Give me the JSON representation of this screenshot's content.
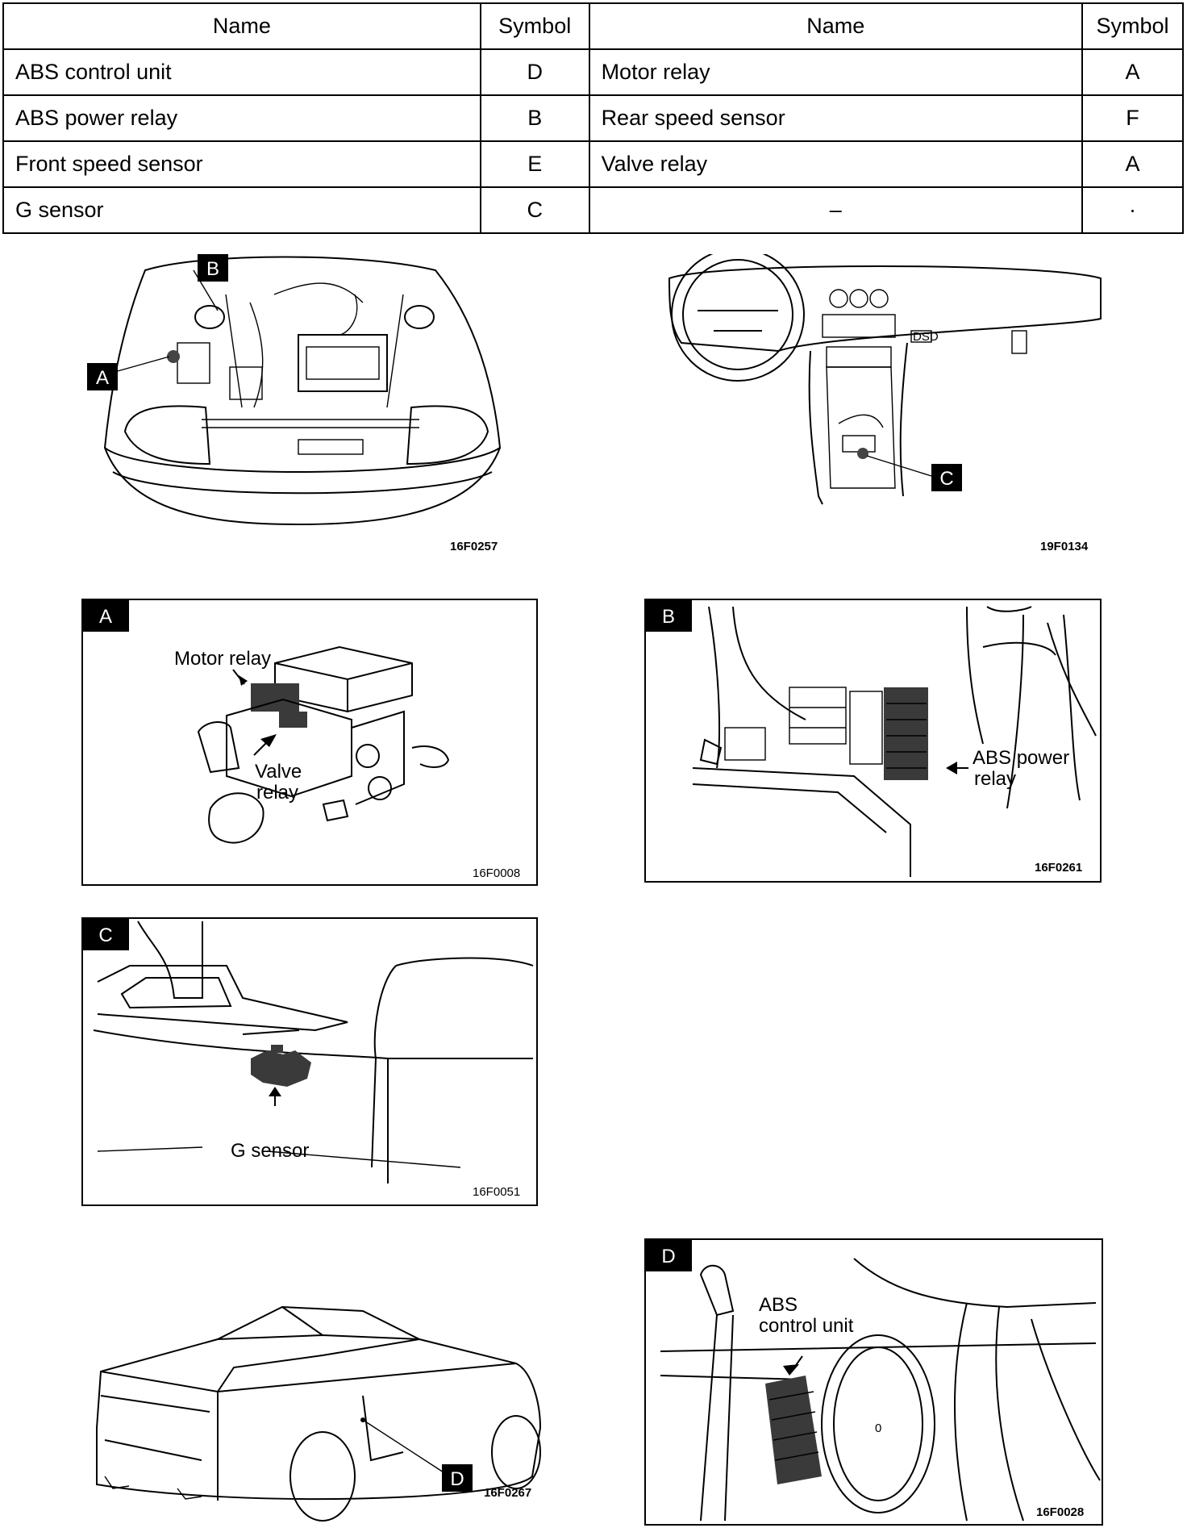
{
  "table": {
    "headers": [
      "Name",
      "Symbol",
      "Name",
      "Symbol"
    ],
    "rows": [
      [
        "ABS control unit",
        "D",
        "Motor relay",
        "A"
      ],
      [
        "ABS power relay",
        "B",
        "Rear speed sensor",
        "F"
      ],
      [
        "Front speed sensor",
        "E",
        "Valve relay",
        "A"
      ],
      [
        "G sensor",
        "C",
        "–",
        "·"
      ]
    ]
  },
  "figures": {
    "engine_bay": {
      "code": "16F0257",
      "markers": [
        "A",
        "B"
      ]
    },
    "dashboard": {
      "code": "19F0134",
      "marker": "C",
      "badge": "DSD"
    },
    "detail_a": {
      "tag": "A",
      "code": "16F0008",
      "label_motor": "Motor relay",
      "label_valve_1": "Valve",
      "label_valve_2": "relay"
    },
    "detail_b": {
      "tag": "B",
      "code": "16F0261",
      "label_1": "ABS power",
      "label_2": "relay"
    },
    "detail_c": {
      "tag": "C",
      "code": "16F0051",
      "label": "G sensor"
    },
    "car_rear": {
      "code": "16F0267",
      "marker": "D"
    },
    "detail_d": {
      "tag": "D",
      "code": "16F0028",
      "label_1": "ABS",
      "label_2": "control unit"
    }
  },
  "colors": {
    "ink": "#000000",
    "paper": "#ffffff",
    "shade": "#3a3a3a"
  }
}
